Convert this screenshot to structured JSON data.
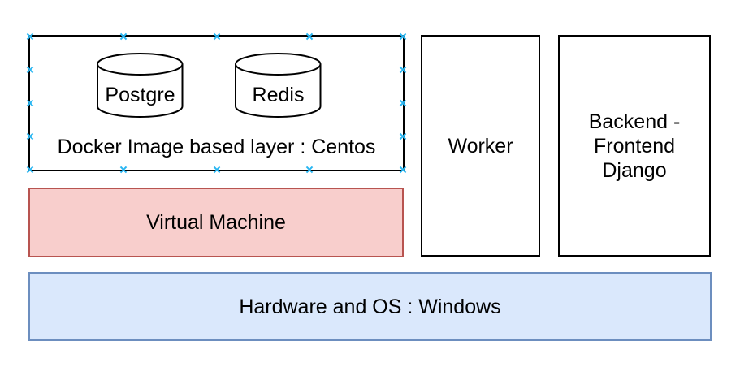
{
  "diagram": {
    "docker_layer": {
      "label": "Docker Image based layer : Centos",
      "cylinders": [
        {
          "label": "Postgre"
        },
        {
          "label": "Redis"
        }
      ]
    },
    "worker": {
      "label": "Worker"
    },
    "backend_frontend": {
      "label": "Backend - Frontend Django"
    },
    "virtual_machine": {
      "label": "Virtual Machine",
      "fill": "#f8cecc",
      "stroke": "#b85450"
    },
    "hardware_os": {
      "label": "Hardware and OS : Windows",
      "fill": "#dae8fc",
      "stroke": "#6c8ebf"
    },
    "colors": {
      "connection_point": "#29b6f2",
      "shape_stroke": "#000000",
      "shape_fill": "#ffffff"
    }
  }
}
